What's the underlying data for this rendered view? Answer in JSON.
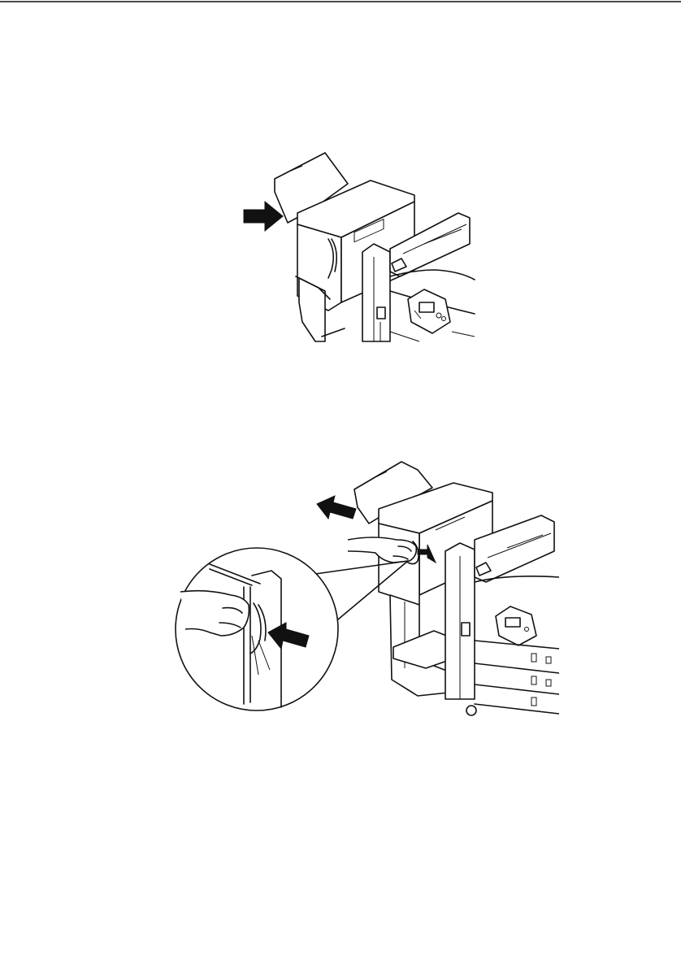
{
  "page": {
    "background_color": "#ffffff",
    "line_color": "#111111"
  },
  "figures": [
    {
      "icon": "printer-finisher-slide-out-illustration",
      "arrow_direction": "right"
    },
    {
      "icon": "printer-finisher-release-lever-illustration",
      "arrow_direction": "left",
      "has_magnified_inset": true
    }
  ]
}
